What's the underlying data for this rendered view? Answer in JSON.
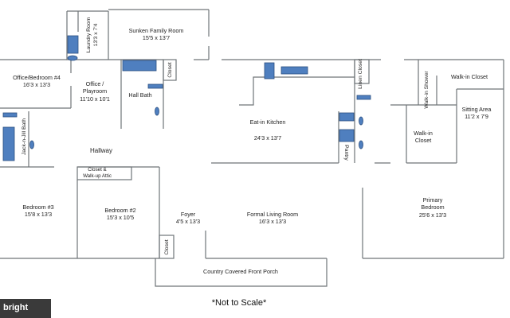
{
  "rooms": {
    "laundry": {
      "name": "Laundry Room",
      "size": "13'3 x 7'4"
    },
    "sunken_family": {
      "name": "Sunken Family Room",
      "size": "15'5 x 13'7"
    },
    "office4": {
      "name": "Office/Bedroom #4",
      "size": "16'3 x 13'3"
    },
    "playroom": {
      "name1": "Office /",
      "name2": "Playroom",
      "size": "11'10 x 10'1"
    },
    "hall_bath": {
      "name": "Hall Bath"
    },
    "closet_hall": {
      "name": "Closet"
    },
    "linen": {
      "name": "Linen Closet"
    },
    "walkin_shower": {
      "name": "Walk-in Shower"
    },
    "walkin_closet_top": {
      "name": "Walk-in Closet"
    },
    "sitting": {
      "name": "Sitting Area",
      "size": "11'2 x 7'9"
    },
    "kitchen": {
      "name": "Eat-in Kitchen",
      "size": "24'3 x 13'7"
    },
    "jack_jill": {
      "name": "Jack-n-Jill Bath"
    },
    "hallway": {
      "name": "Hallway"
    },
    "pantry": {
      "name": "Pantry"
    },
    "walkin_closet_mid": {
      "name1": "Walk-in",
      "name2": "Closet"
    },
    "attic": {
      "name1": "Closet &",
      "name2": "Walk-up Attic"
    },
    "bedroom3": {
      "name": "Bedroom #3",
      "size": "15'8 x 13'3"
    },
    "bedroom2": {
      "name": "Bedroom #2",
      "size": "15'3 x 10'5"
    },
    "foyer": {
      "name": "Foyer",
      "size": "4'5 x 13'3"
    },
    "formal_living": {
      "name": "Formal Living Room",
      "size": "16'3 x 13'3"
    },
    "primary": {
      "name1": "Primary",
      "name2": "Bedroom",
      "size": "25'6 x 13'3"
    },
    "closet_foyer": {
      "name": "Closet"
    },
    "porch": {
      "name": "Country Covered Front Porch"
    }
  },
  "note": "*Not to Scale*",
  "watermark": "bright"
}
